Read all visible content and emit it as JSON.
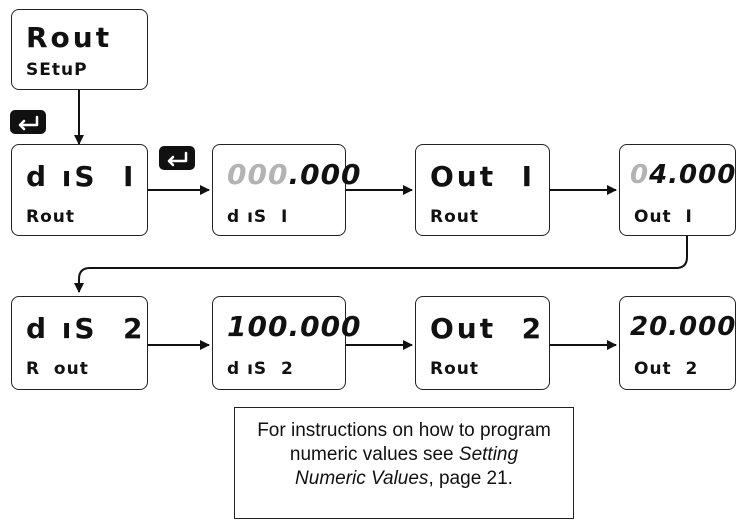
{
  "start": {
    "top": "Rout",
    "bottom": "SEtuP"
  },
  "row1": [
    {
      "top": "d ıS  I",
      "bottom": "Rout"
    },
    {
      "top_dim": "000",
      "top_lit": ".000",
      "bottom": "d ıS  I"
    },
    {
      "top": "Out  I",
      "bottom": "Rout"
    },
    {
      "top_dim": "0",
      "top_lit": "4.000",
      "bottom": "Out  I"
    }
  ],
  "row2": [
    {
      "top": "d ıS  2",
      "bottom": "R  out"
    },
    {
      "top_dim": "",
      "top_lit": "100.000",
      "bottom": "d ıS  2"
    },
    {
      "top": "Out  2",
      "bottom": "Rout"
    },
    {
      "top_dim": "",
      "top_lit": "20.000",
      "bottom": "Out  2"
    }
  ],
  "note": {
    "line1": "For instructions on how to program",
    "line2": "numeric values see",
    "italic1": "Setting",
    "italic2": "Numeric Values",
    "tail": ", page 21."
  },
  "icons": [
    "enter-key-icon"
  ]
}
